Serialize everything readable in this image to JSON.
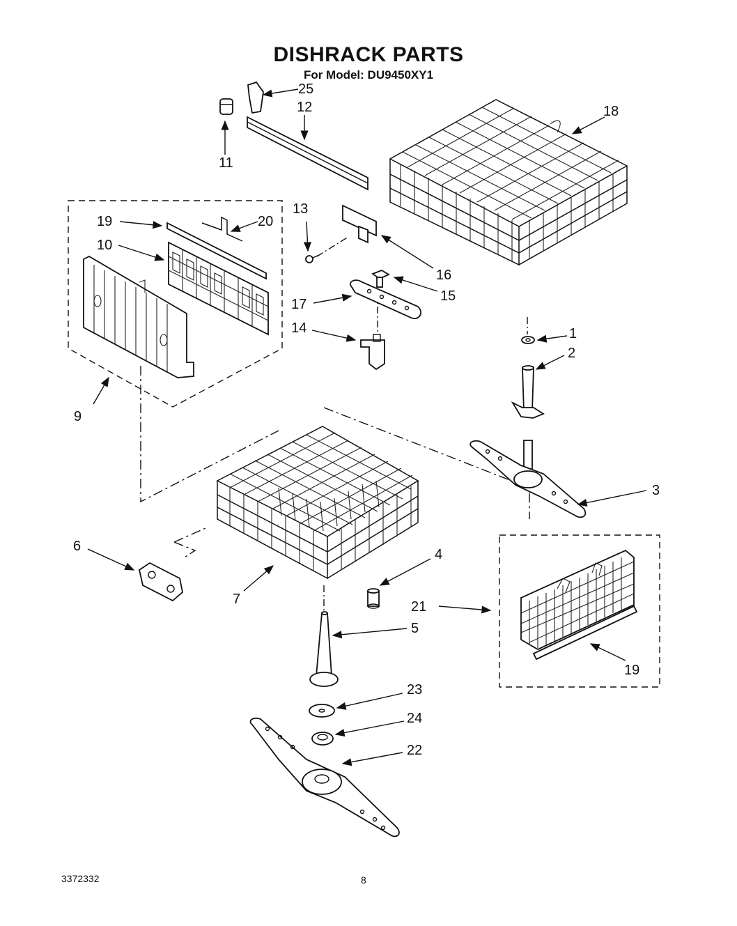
{
  "header": {
    "title": "DISHRACK PARTS",
    "subtitle": "For Model: DU9450XY1"
  },
  "footer": {
    "doc_number": "3372332",
    "page_number": "8"
  },
  "callouts": [
    "1",
    "2",
    "3",
    "4",
    "5",
    "6",
    "7",
    "9",
    "10",
    "11",
    "12",
    "13",
    "14",
    "15",
    "16",
    "17",
    "18",
    "19",
    "20",
    "21",
    "19",
    "22",
    "23",
    "24",
    "25"
  ]
}
